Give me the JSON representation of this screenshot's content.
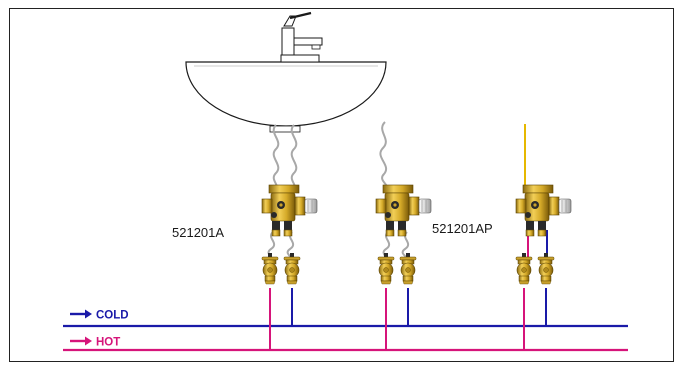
{
  "labels": {
    "model_left": "521201A",
    "model_right": "521201AP"
  },
  "legend": {
    "cold": {
      "label": "COLD",
      "color": "#1a1aa8"
    },
    "hot": {
      "label": "HOT",
      "color": "#d6147a"
    }
  },
  "colors": {
    "cold_pipe": "#1a1aa8",
    "hot_pipe": "#d6147a",
    "flex_hose": "#a8a8a8",
    "rigid_supply": "#e6b800",
    "brass": "#c9a12c",
    "frame": "#222222"
  },
  "icons": [
    "basin-icon",
    "faucet-icon",
    "mixing-valve-icon",
    "ball-valve-icon",
    "arrow-right-icon"
  ]
}
